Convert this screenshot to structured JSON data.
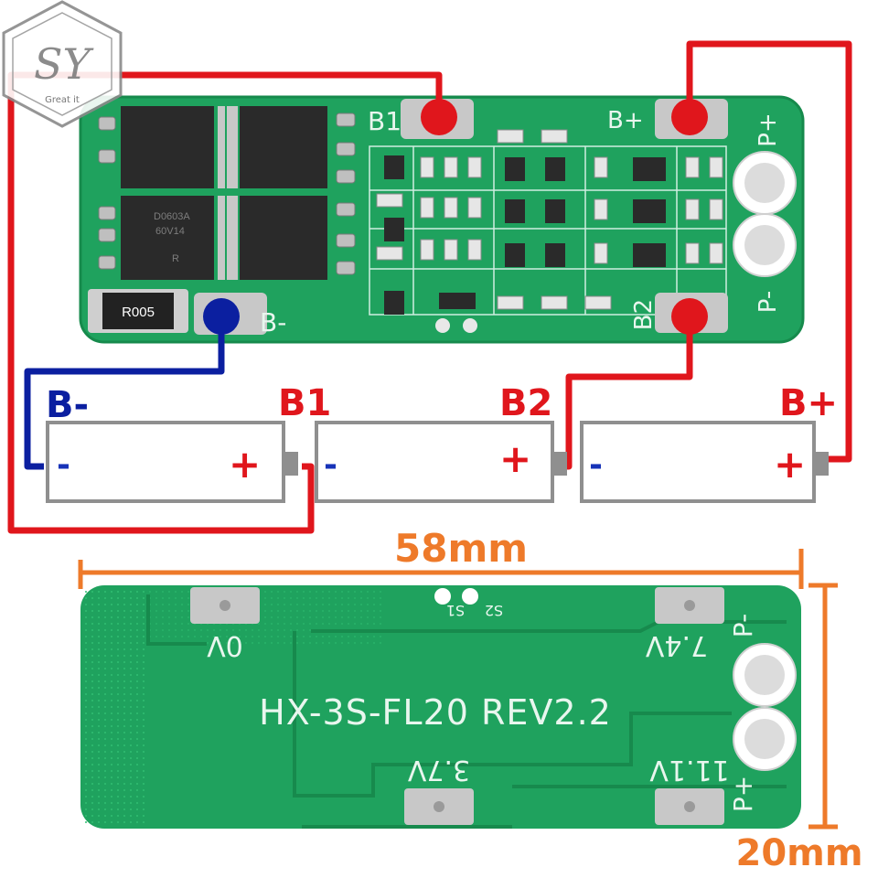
{
  "logo": {
    "mark": "SY",
    "tagline": "Great it"
  },
  "top_board": {
    "resistor_label": "R005",
    "pad_labels": {
      "b1": "B1",
      "bplus": "B+",
      "b2": "B2",
      "bminus": "B-",
      "pplus": "P+",
      "pminus": "P-"
    },
    "mosfet_marking": [
      "D0603A",
      "60V14",
      "R"
    ]
  },
  "cells": {
    "labels": {
      "bminus": "B-",
      "b1": "B1",
      "b2": "B2",
      "bplus": "B+"
    },
    "terminal_minus": "-",
    "terminal_plus": "+"
  },
  "bottom_board": {
    "title": "HX-3S-FL20 REV2.2",
    "voltage_labels": {
      "v0": "0V",
      "v37": "3.7V",
      "v74": "7.4V",
      "v111": "11.1V"
    },
    "pad_labels": {
      "pminus": "P-",
      "pplus": "P+"
    },
    "switch_labels": {
      "s1": "S1",
      "s2": "S2"
    }
  },
  "dimensions": {
    "width": "58mm",
    "height": "20mm"
  },
  "colors": {
    "pcb": "#1fa25e",
    "pcb_dark": "#178a4d",
    "wire_red": "#e0161c",
    "wire_blue": "#0b1fa0",
    "dim_orange": "#ee7a2a"
  }
}
